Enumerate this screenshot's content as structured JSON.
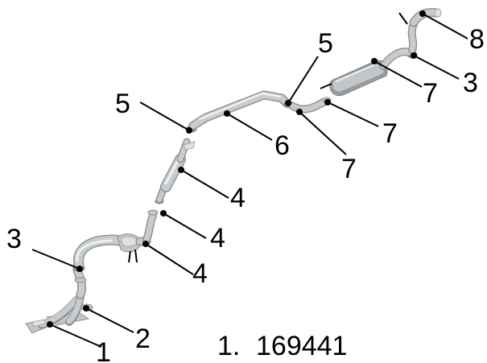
{
  "callouts": {
    "c1": "1",
    "c2": "2",
    "c3a": "3",
    "c3b": "3",
    "c4a": "4",
    "c4b": "4",
    "c4c": "4",
    "c5a": "5",
    "c5b": "5",
    "c6": "6",
    "c7a": "7",
    "c7b": "7",
    "c7c": "7",
    "c8": "8"
  },
  "parts_list": [
    {
      "number": "1.",
      "part": "169441"
    }
  ]
}
